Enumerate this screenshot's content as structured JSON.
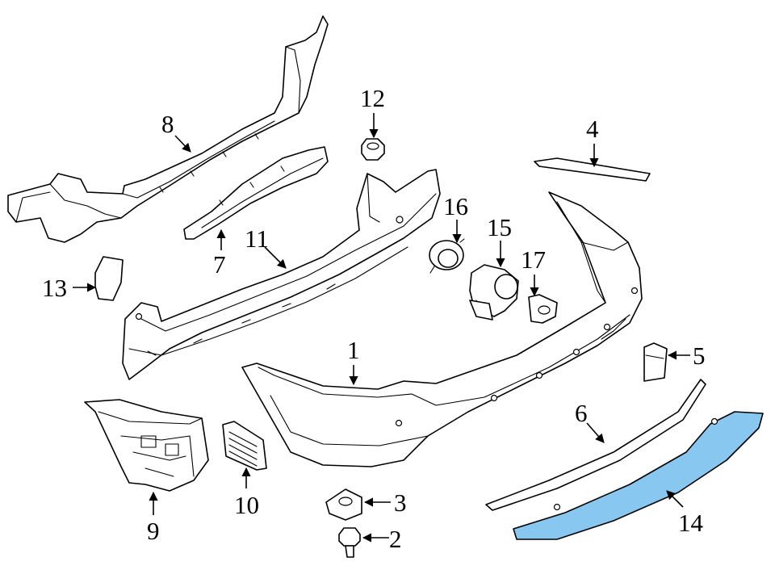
{
  "diagram": {
    "highlight_color": "#88c8f0",
    "callouts": [
      {
        "id": "c1",
        "label": "1"
      },
      {
        "id": "c2",
        "label": "2"
      },
      {
        "id": "c3",
        "label": "3"
      },
      {
        "id": "c4",
        "label": "4"
      },
      {
        "id": "c5",
        "label": "5"
      },
      {
        "id": "c6",
        "label": "6"
      },
      {
        "id": "c7",
        "label": "7"
      },
      {
        "id": "c8",
        "label": "8"
      },
      {
        "id": "c9",
        "label": "9"
      },
      {
        "id": "c10",
        "label": "10"
      },
      {
        "id": "c11",
        "label": "11"
      },
      {
        "id": "c12",
        "label": "12"
      },
      {
        "id": "c13",
        "label": "13"
      },
      {
        "id": "c14",
        "label": "14"
      },
      {
        "id": "c15",
        "label": "15"
      },
      {
        "id": "c16",
        "label": "16"
      },
      {
        "id": "c17",
        "label": "17"
      }
    ]
  }
}
